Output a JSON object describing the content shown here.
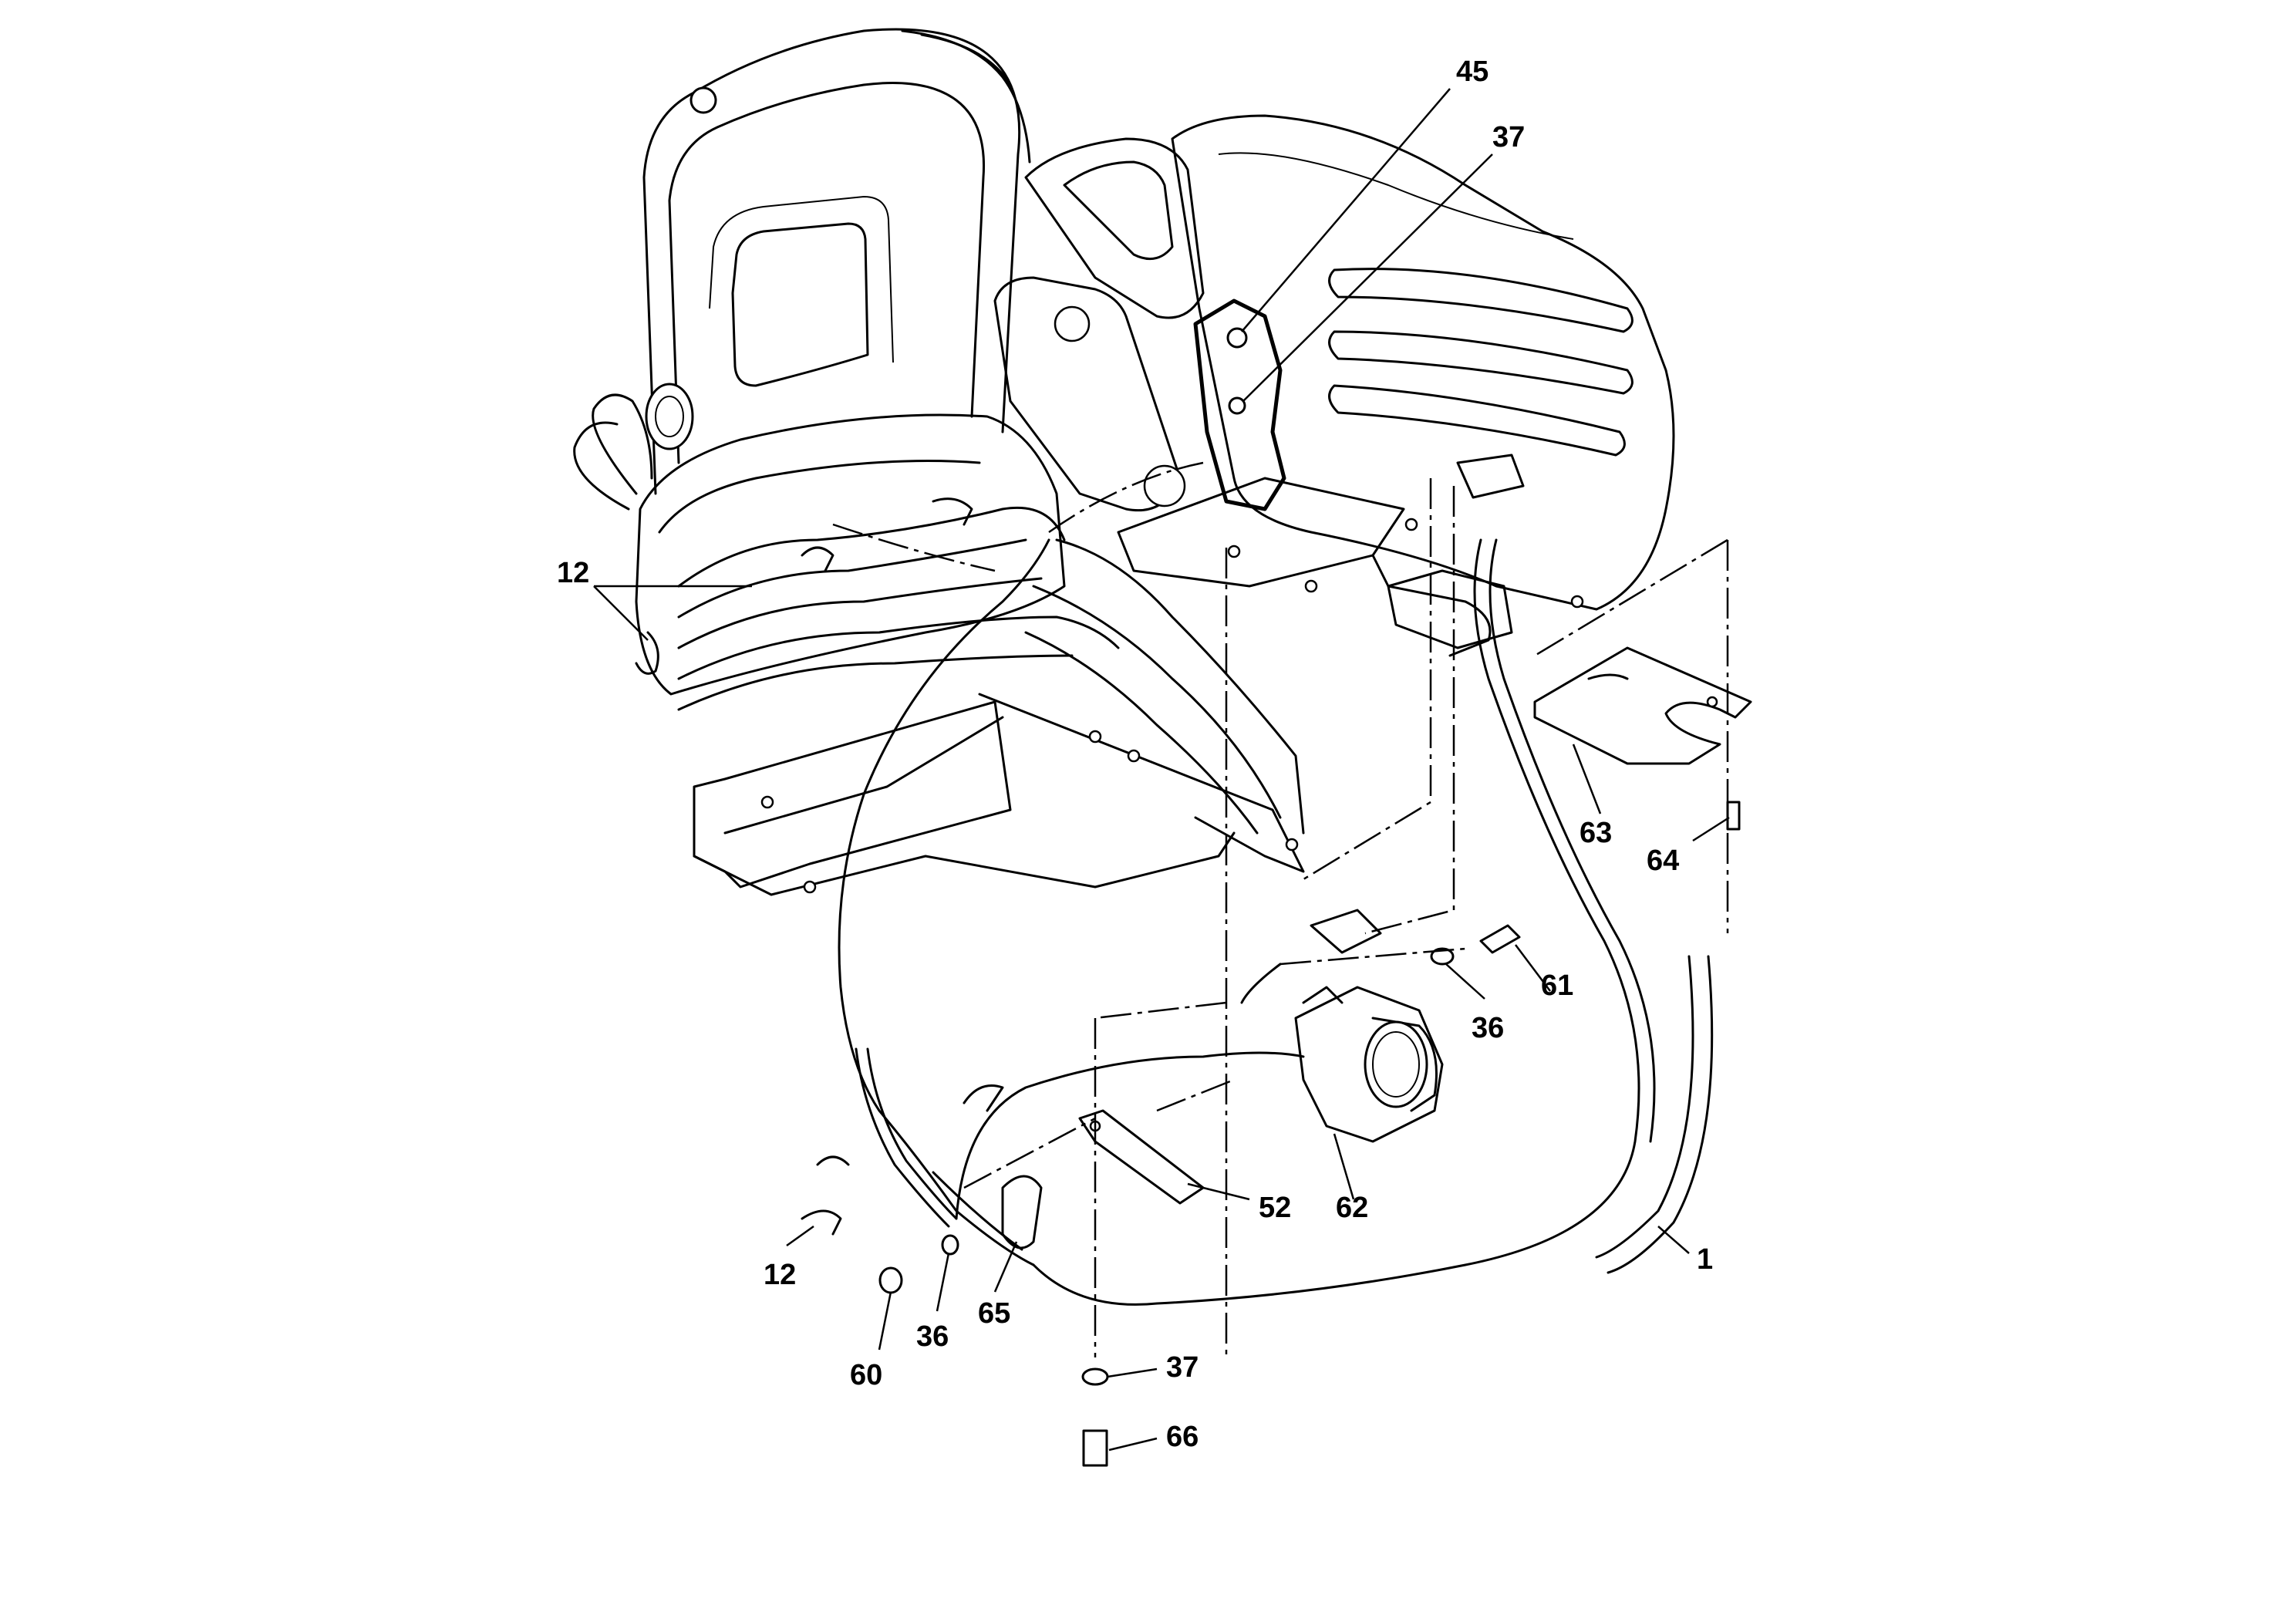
{
  "diagram": {
    "callouts": [
      {
        "id": "c45",
        "label": "45"
      },
      {
        "id": "c37a",
        "label": "37"
      },
      {
        "id": "c12a",
        "label": "12"
      },
      {
        "id": "c63",
        "label": "63"
      },
      {
        "id": "c64",
        "label": "64"
      },
      {
        "id": "c61",
        "label": "61"
      },
      {
        "id": "c36a",
        "label": "36"
      },
      {
        "id": "c62",
        "label": "62"
      },
      {
        "id": "c52",
        "label": "52"
      },
      {
        "id": "c1",
        "label": "1"
      },
      {
        "id": "c12b",
        "label": "12"
      },
      {
        "id": "c65",
        "label": "65"
      },
      {
        "id": "c36b",
        "label": "36"
      },
      {
        "id": "c60",
        "label": "60"
      },
      {
        "id": "c37b",
        "label": "37"
      },
      {
        "id": "c66",
        "label": "66"
      }
    ]
  }
}
